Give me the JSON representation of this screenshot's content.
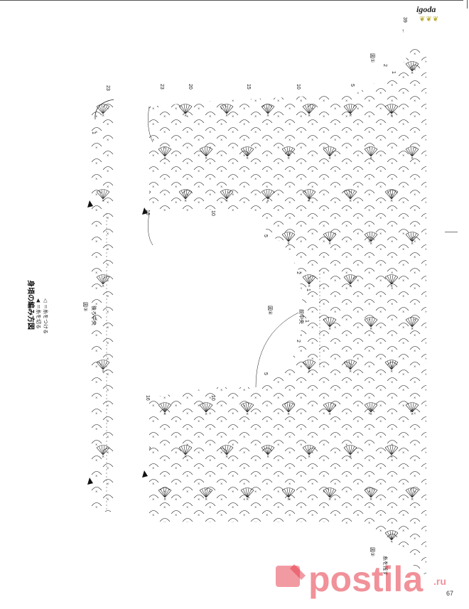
{
  "header": {
    "brand": "igoda",
    "brand_ornament": "❦❦❦"
  },
  "page_number": "67",
  "title": "身頃の編み方図",
  "legend": [
    {
      "symbol": "◁",
      "text": "＝糸をつける"
    },
    {
      "symbol": "◀",
      "text": "＝糸を切る"
    }
  ],
  "figures": {
    "fig1": "図①",
    "fig2": "図②",
    "fig3": "図③",
    "fig4": "図④"
  },
  "labels": {
    "back_center": "後ろ中央",
    "front_center": "前中央",
    "leave_yarn": "糸を残す"
  },
  "row_markers": {
    "right_panel": [
      "39",
      "2",
      "1"
    ],
    "top_back": [
      "23",
      "1",
      "16"
    ],
    "top_front": [
      "23",
      "20",
      "15",
      "10",
      "5",
      "16",
      "10"
    ],
    "neck_front": [
      "5",
      "2",
      "1",
      "1",
      "2",
      "5"
    ],
    "bottom": [
      "16",
      "10",
      "5"
    ]
  },
  "watermark": {
    "text": "postila",
    "tld": ".ru"
  },
  "colors": {
    "ink": "#111111",
    "watermark": "#e63646",
    "ornament": "#b8a830"
  }
}
